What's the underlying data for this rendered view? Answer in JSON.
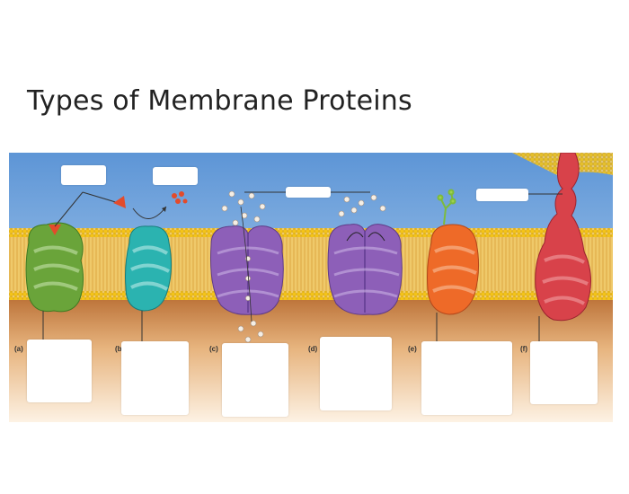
{
  "title": "Types of Membrane Proteins",
  "panels": [
    {
      "letter": "(a)",
      "protein_color": "#6aa43a"
    },
    {
      "letter": "(b)",
      "protein_color": "#2bb3b0"
    },
    {
      "letter": "(c)",
      "protein_color": "#8d5fb8"
    },
    {
      "letter": "(d)",
      "protein_color": "#8d5fb8"
    },
    {
      "letter": "(e)",
      "protein_color": "#ee6a28"
    },
    {
      "letter": "(f)",
      "protein_color": "#d8424a"
    }
  ],
  "colors": {
    "sky": "#9ec8ec",
    "lipid_head": "#f3c21c",
    "tail": "#e7b64b",
    "cytoplasm": "#c77a3a"
  }
}
